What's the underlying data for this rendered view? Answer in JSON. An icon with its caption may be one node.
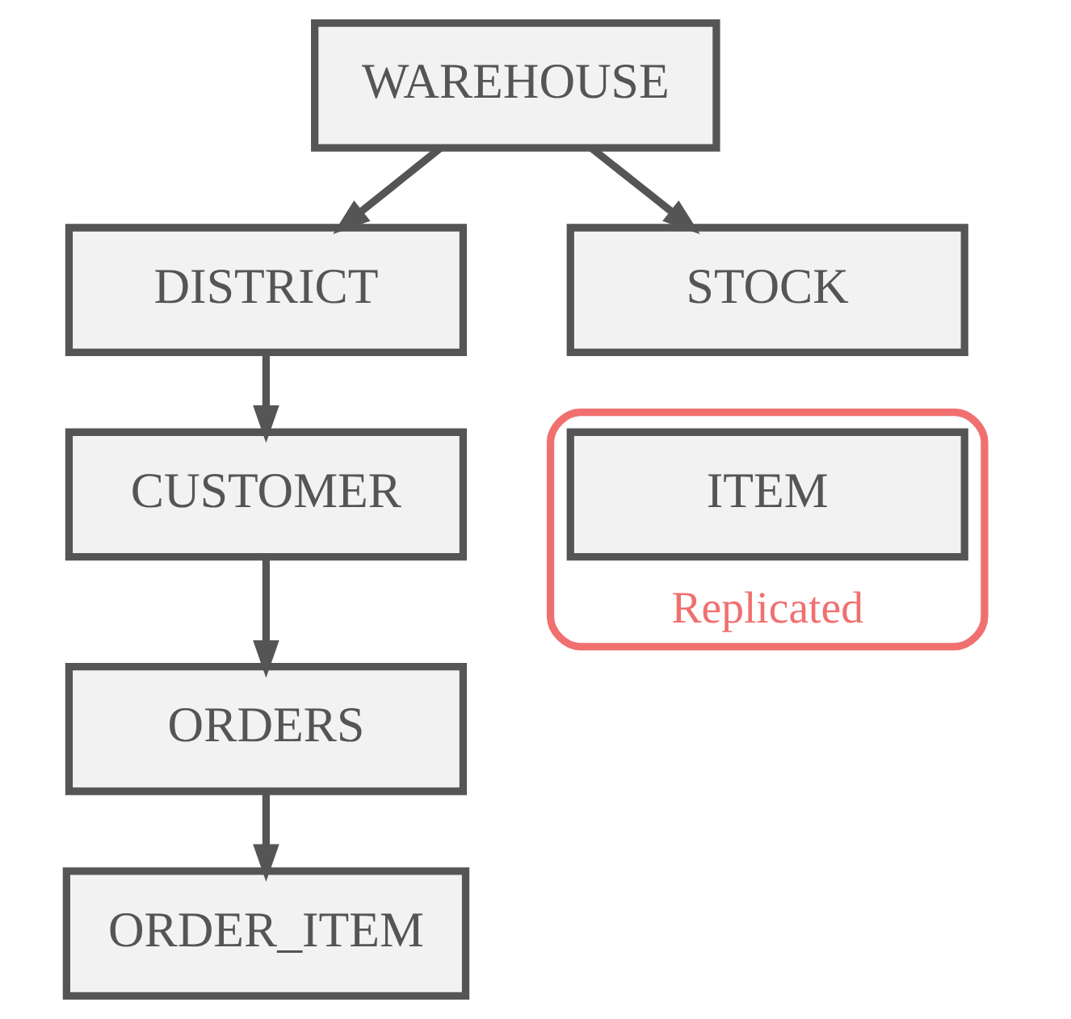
{
  "diagram": {
    "nodes": [
      {
        "text": [
          "WAREHOUSE"
        ]
      },
      {
        "text": [
          "DISTRICT"
        ]
      },
      {
        "text": [
          "STOCK"
        ]
      },
      {
        "text": [
          "CUSTOMER"
        ]
      },
      {
        "text": [
          "ORDERS"
        ]
      },
      {
        "text": [
          "ORDER_ITEM"
        ]
      },
      {
        "text": [
          "Replicated"
        ]
      },
      {
        "text": [
          "ITEM"
        ],
        "in": 6
      }
    ],
    "edges": [
      {
        "from": 0,
        "to": 1,
        "arrow": "to"
      },
      {
        "from": 0,
        "to": 2,
        "arrow": "to"
      },
      {
        "from": 1,
        "to": 3,
        "arrow": "to"
      },
      {
        "from": 3,
        "to": 4,
        "arrow": "to"
      },
      {
        "from": 4,
        "to": 5,
        "arrow": "to"
      }
    ]
  }
}
